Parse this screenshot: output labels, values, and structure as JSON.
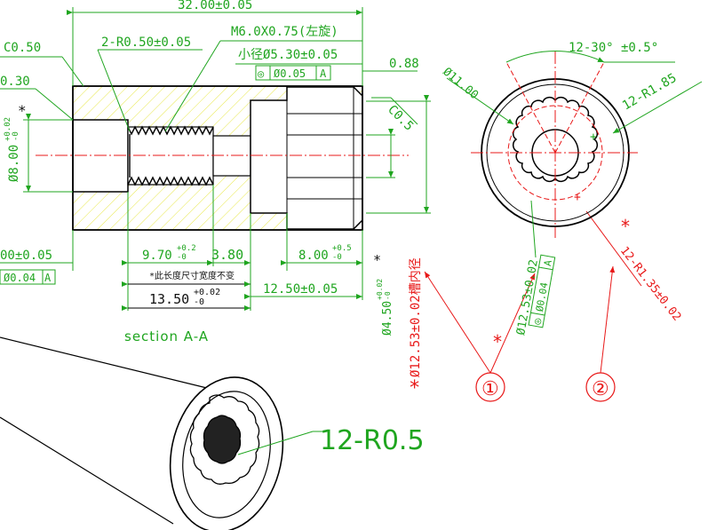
{
  "colors": {
    "dimension": "#1fa51f",
    "annotation": "#e81818",
    "outline": "#000000",
    "hatch": "#e8e84a",
    "centerline": "#e81818"
  },
  "section_view": {
    "overall_length": "32.00±0.05",
    "chamfer_outer": "C0.50",
    "chamfer_partial": "0.30",
    "fillet": "2-R0.50±0.05",
    "thread_spec": "M6.0X0.75(左旋)",
    "thread_minor": "小径Ø5.30±0.05",
    "gdt_thread": {
      "symbol": "◎",
      "tol": "Ø0.05",
      "datum": "A"
    },
    "right_offset": "0.88",
    "chamfer_right": "C0.5",
    "bore_dia_main": "Ø8.00",
    "bore_dia_tol_upper": "+0.02",
    "bore_dia_tol_lower": "-0",
    "star": "*",
    "left_dim": "00±0.05",
    "gdt_left": {
      "tol": "Ø0.04",
      "datum": "A"
    },
    "len_thread_main": "9.70",
    "len_thread_tol_upper": "+0.2",
    "len_thread_tol_lower": "-0",
    "len_relief": "3.80",
    "len_spline_main": "8.00",
    "len_spline_tol_upper": "+0.5",
    "len_spline_tol_lower": "-0",
    "note_chinese": "*此长度尺寸宽度不变",
    "len_bore_main": "13.50",
    "len_bore_tol_upper": "+0.02",
    "len_bore_tol_lower": "-0",
    "len_spline_total": "12.50±0.05",
    "dia_small_main": "Ø4.50",
    "dia_small_tol_upper": "+0.02",
    "dia_small_tol_lower": "-0",
    "dia_groove": "Ø12.53±0.02槽内径",
    "star_red": "*",
    "caption": "section A-A"
  },
  "end_view": {
    "outer_dia": "Ø11.00",
    "angle": "12-30°  ±0.5°",
    "radius_outer": "12-R1.85",
    "radius_inner": "12-R1.35±0.02",
    "groove_dia": "Ø12.53±0.02",
    "gdt": {
      "symbol": "◎",
      "tol": "Ø0.04",
      "datum": "A"
    },
    "star": "*",
    "balloon_1": "①",
    "balloon_2": "②"
  },
  "iso_view": {
    "radius_label": "12-R0.5"
  }
}
